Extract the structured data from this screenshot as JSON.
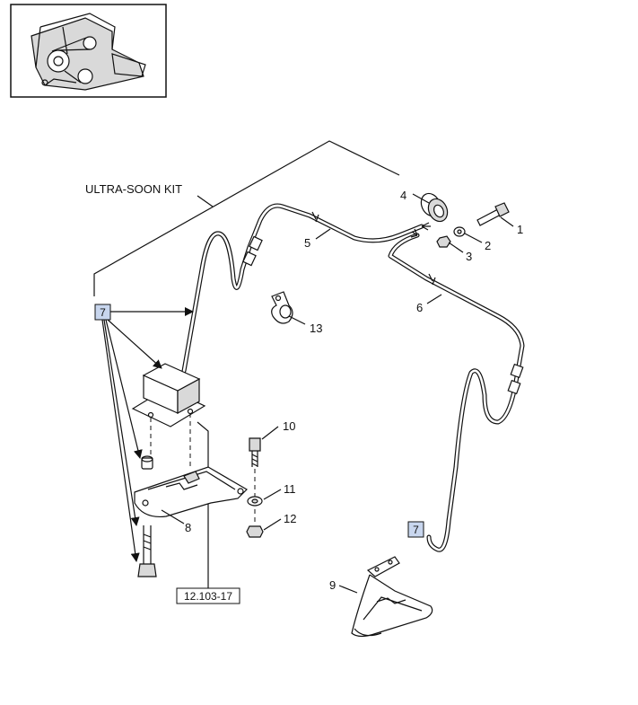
{
  "kit_label": "ULTRA-SOON KIT",
  "ref_box": "12.103-17",
  "callout_tag": "7",
  "callouts": {
    "c1": "1",
    "c2": "2",
    "c3": "3",
    "c4": "4",
    "c5": "5",
    "c6": "6",
    "c8": "8",
    "c9": "9",
    "c10": "10",
    "c11": "11",
    "c12": "12",
    "c13": "13"
  },
  "colors": {
    "tag_fill": "#c8d6ee",
    "line": "#111111"
  }
}
